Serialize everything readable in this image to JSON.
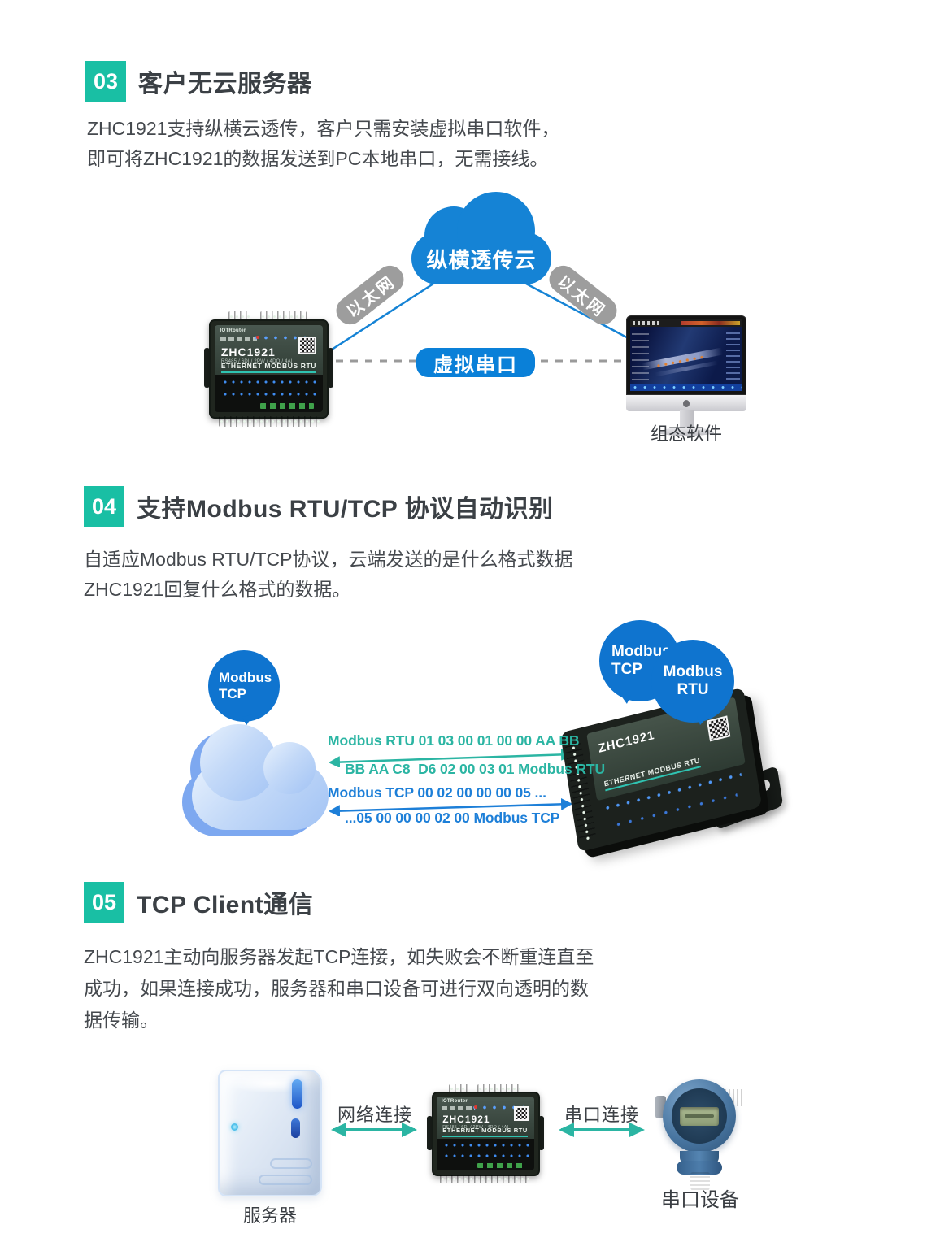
{
  "colors": {
    "accent": "#19bfa4",
    "blue": "#1583d5",
    "bubble": "#0f74cf",
    "tealtxt": "#2bb5a3",
    "bluetxt": "#1d7fd8",
    "pill": "#9d9d9d",
    "tdark": "#3b4045",
    "tbody": "#45494e"
  },
  "sections": {
    "s3": {
      "badge": "03",
      "title": "客户无云服务器",
      "lines": [
        "ZHC1921支持纵横云透传，客户只需安装虚拟串口软件，",
        "即可将ZHC1921的数据发送到PC本地串口，无需接线。"
      ]
    },
    "s4": {
      "badge": "04",
      "title": "支持Modbus RTU/TCP 协议自动识别",
      "lines": [
        "自适应Modbus RTU/TCP协议，云端发送的是什么格式数据",
        "ZHC1921回复什么格式的数据。"
      ]
    },
    "s5": {
      "badge": "05",
      "title": "TCP Client通信",
      "lines": [
        "ZHC1921主动向服务器发起TCP连接，如失败会不断重连直至",
        "成功，如果连接成功，服务器和串口设备可进行双向透明的数",
        "据传输。"
      ]
    }
  },
  "diagram1": {
    "cloud_label": "纵横透传云",
    "ethernet_left": "以太网",
    "ethernet_right": "以太网",
    "virtual_serial": "虚拟串口",
    "monitor_caption": "组态软件"
  },
  "diagram2": {
    "bubble_left": {
      "line1": "Modbus",
      "line2": "TCP"
    },
    "bubble_right_tcp": {
      "line1": "Modbus",
      "line2": "TCP"
    },
    "bubble_right_rtu": {
      "line1": "Modbus",
      "line2": "RTU"
    },
    "messages": {
      "rtu_request": "Modbus RTU 01 03 00 01 00 00 AA BB",
      "rtu_response": "BB AA C8  D6 02 00 03 01 Modbus RTU",
      "tcp_request": "Modbus TCP 00 02 00 00 00 05 ...",
      "tcp_response": "...05 00 00 00 02 00 Modbus TCP"
    }
  },
  "diagram3": {
    "server_caption": "服务器",
    "network_link": "网络连接",
    "serial_link": "串口连接",
    "sensor_caption": "串口设备"
  },
  "device": {
    "brand": "IOTRouter",
    "model": "ZHC1921",
    "spec": "RS485 / 6DI / 2PW / 4DO / 4AI",
    "proto": "ETHERNET MODBUS RTU"
  }
}
